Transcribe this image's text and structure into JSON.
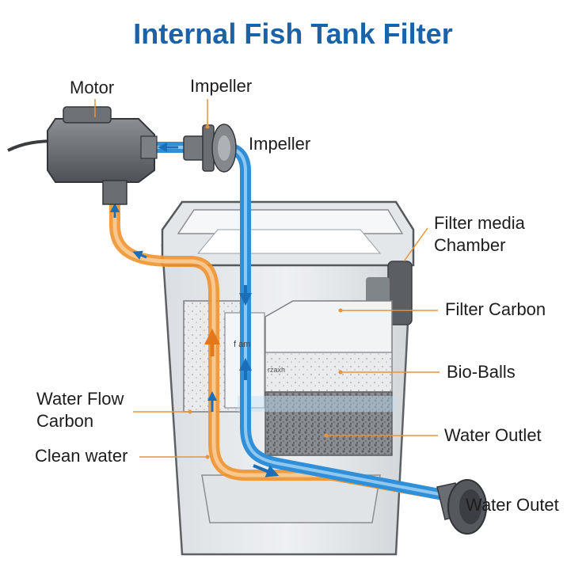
{
  "title": "Internal Fish Tank Filter",
  "labels": {
    "motor": "Motor",
    "impeller_top": "Impeller",
    "impeller_right": "Impeller",
    "filter_media_line1": "Filter media",
    "filter_media_line2": "Chamber",
    "filter_carbon": "Filter Carbon",
    "bio_balls": "Bio-Balls",
    "water_outlet": "Water Outlet",
    "water_flow_line1": "Water Flow",
    "water_flow_line2": "Carbon",
    "clean_water": "Clean water",
    "water_outet": "Water Outet"
  },
  "inner_text": {
    "sponge_a": "f am",
    "sponge_b": "rzaxh"
  },
  "colors": {
    "title": "#1a63a8",
    "blue_flow": "#2f8fd8",
    "orange_flow": "#f0922e",
    "tank_stroke": "#55595e",
    "leader": "#e8943a"
  }
}
